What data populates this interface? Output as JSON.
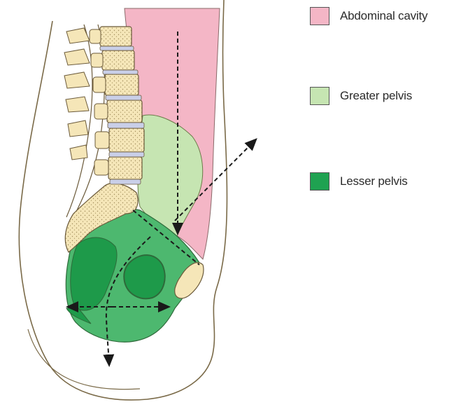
{
  "legend": {
    "items": [
      {
        "label": "Abdominal cavity",
        "color": "#f4b6c6"
      },
      {
        "label": "Greater pelvis",
        "color": "#c6e5b2"
      },
      {
        "label": "Lesser pelvis",
        "color": "#1fa251"
      }
    ]
  },
  "colors": {
    "outline": "#6b5a3a",
    "vertebra": "#f5e6b8",
    "disc": "#c9cfe8",
    "arrow": "#1a1a1a",
    "lesser_pelvis_light": "#4db86f",
    "lesser_pelvis_dark": "#1e9a4a"
  }
}
